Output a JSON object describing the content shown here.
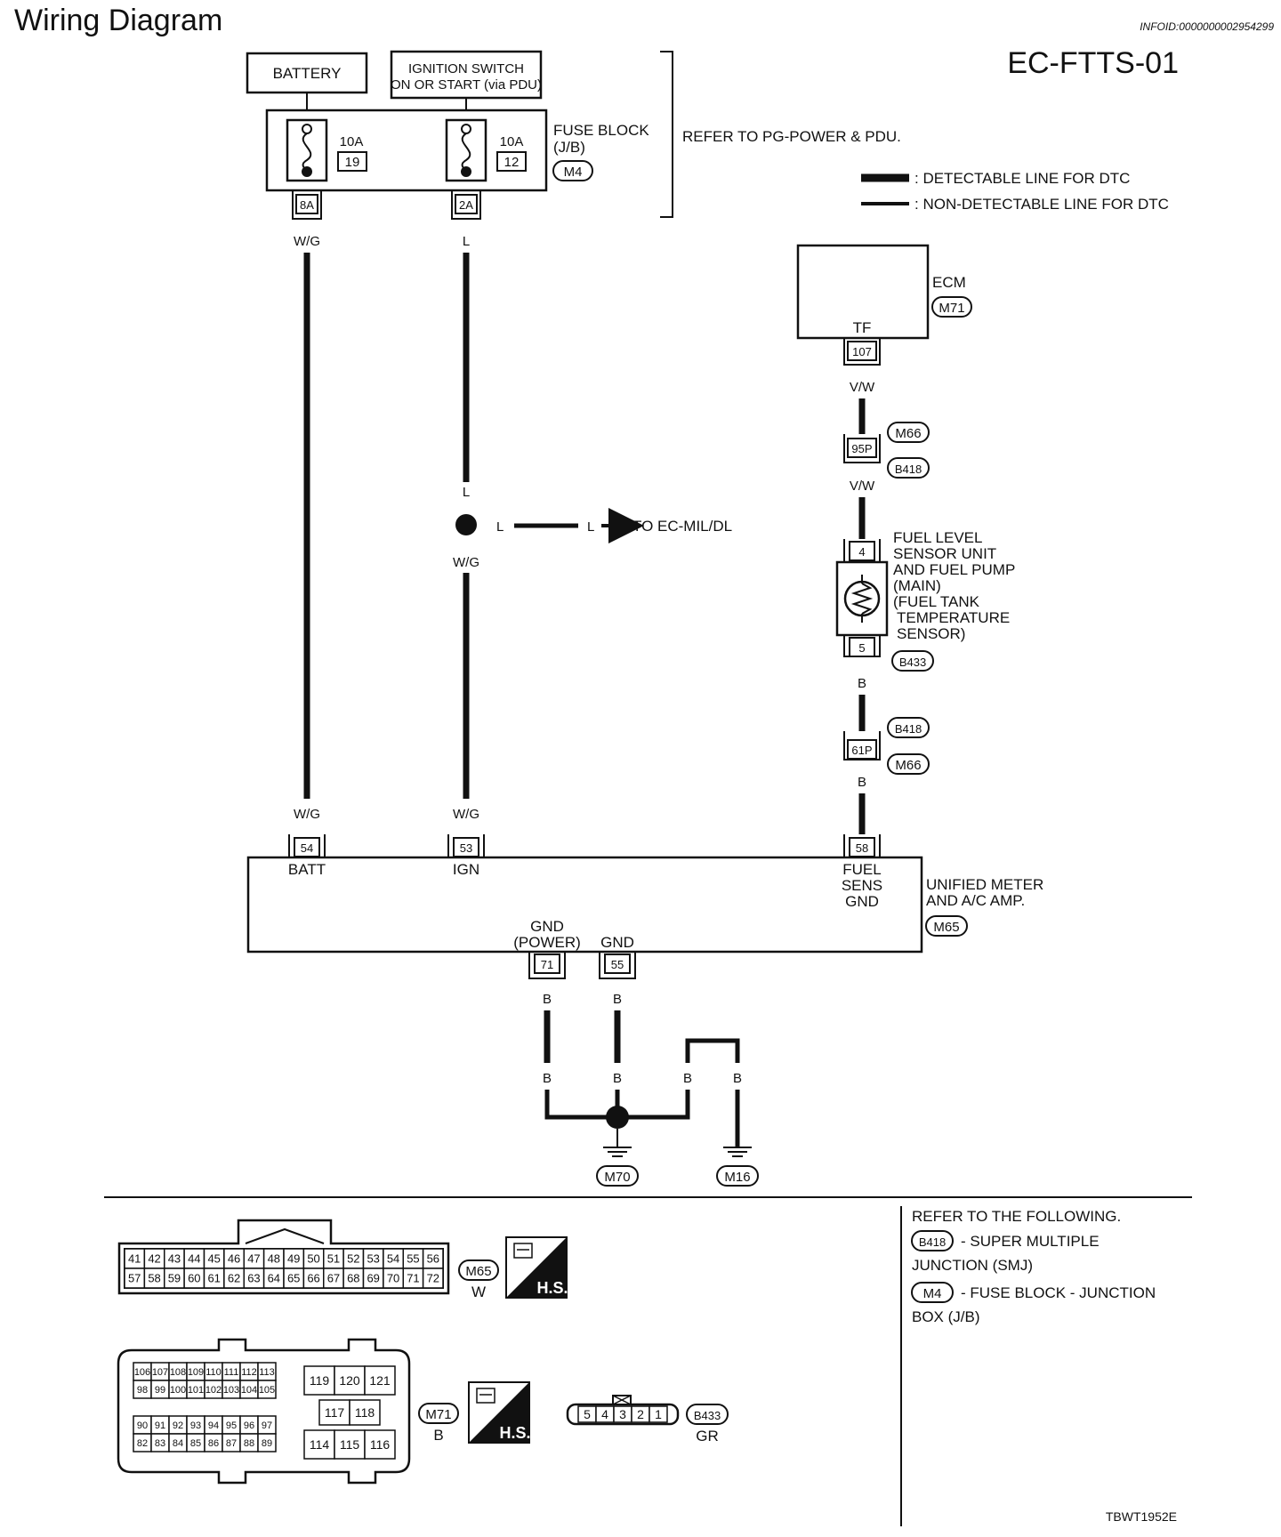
{
  "header": {
    "title": "Wiring Diagram",
    "infoid": "INFOID:0000000002954299",
    "code": "EC-FTTS-01",
    "figure_id": "TBWT1952E"
  },
  "legend": {
    "detectable": ": DETECTABLE LINE FOR DTC",
    "non_detectable": ": NON-DETECTABLE LINE FOR DTC"
  },
  "power": {
    "battery": "BATTERY",
    "ignition_line1": "IGNITION SWITCH",
    "ignition_line2": "ON OR START (via PDU)",
    "fuse_left_rating": "10A",
    "fuse_left_num": "19",
    "fuse_right_rating": "10A",
    "fuse_right_num": "12",
    "fuse_block_line1": "FUSE BLOCK",
    "fuse_block_line2": "(J/B)",
    "fuse_block_conn": "M4",
    "refer_pg": "REFER TO PG-POWER & PDU.",
    "pin_8a": "8A",
    "pin_2a": "2A"
  },
  "wires": {
    "wg": "W/G",
    "l": "L",
    "vw": "V/W",
    "b": "B",
    "to_mil": "TO EC-MIL/DL"
  },
  "ecm": {
    "name": "ECM",
    "conn": "M71",
    "terminal_name": "TF",
    "pin": "107"
  },
  "joint_95p": {
    "pin": "95P",
    "conn_top": "M66",
    "conn_bottom": "B418"
  },
  "joint_61p": {
    "pin": "61P",
    "conn_top": "B418",
    "conn_bottom": "M66"
  },
  "sensor": {
    "line1": "FUEL LEVEL",
    "line2": "SENSOR UNIT",
    "line3": "AND FUEL PUMP",
    "line4": "(MAIN)",
    "line5": "(FUEL TANK",
    "line6": "TEMPERATURE",
    "line7": "SENSOR)",
    "pin_top": "4",
    "pin_bottom": "5",
    "conn": "B433"
  },
  "meter": {
    "name_line1": "UNIFIED METER",
    "name_line2": "AND A/C AMP.",
    "conn": "M65",
    "pin_batt": "54",
    "label_batt": "BATT",
    "pin_ign": "53",
    "label_ign": "IGN",
    "pin_fuel": "58",
    "label_fuel1": "FUEL",
    "label_fuel2": "SENS",
    "label_fuel3": "GND",
    "pin_gndp": "71",
    "label_gndp1": "GND",
    "label_gndp2": "(POWER)",
    "pin_gnd": "55",
    "label_gnd": "GND"
  },
  "grounds": {
    "g1": "M70",
    "g2": "M16"
  },
  "connectors": {
    "m65_top_row": [
      "41",
      "42",
      "43",
      "44",
      "45",
      "46",
      "47",
      "48",
      "49",
      "50",
      "51",
      "52",
      "53",
      "54",
      "55",
      "56"
    ],
    "m65_bottom_row": [
      "57",
      "58",
      "59",
      "60",
      "61",
      "62",
      "63",
      "64",
      "65",
      "66",
      "67",
      "68",
      "69",
      "70",
      "71",
      "72"
    ],
    "m65_name": "M65",
    "m65_color": "W",
    "m71_top": [
      "106",
      "107",
      "108",
      "109",
      "110",
      "111",
      "112",
      "113"
    ],
    "m71_row2": [
      "98",
      "99",
      "100",
      "101",
      "102",
      "103",
      "104",
      "105"
    ],
    "m71_row3": [
      "90",
      "91",
      "92",
      "93",
      "94",
      "95",
      "96",
      "97"
    ],
    "m71_row4": [
      "82",
      "83",
      "84",
      "85",
      "86",
      "87",
      "88",
      "89"
    ],
    "m71_right_top": [
      "119",
      "120",
      "121"
    ],
    "m71_right_mid": [
      "117",
      "118"
    ],
    "m71_right_bottom": [
      "114",
      "115",
      "116"
    ],
    "m71_name": "M71",
    "m71_color": "B",
    "b433_pins": [
      "5",
      "4",
      "3",
      "2",
      "1"
    ],
    "b433_name": "B433",
    "b433_color": "GR",
    "hs": "H.S."
  },
  "refer": {
    "title": "REFER TO THE FOLLOWING.",
    "item1_conn": "B418",
    "item1_text1": "- SUPER MULTIPLE",
    "item1_text2": "JUNCTION (SMJ)",
    "item2_conn": "M4",
    "item2_text1": "- FUSE BLOCK - JUNCTION",
    "item2_text2": "BOX (J/B)"
  }
}
